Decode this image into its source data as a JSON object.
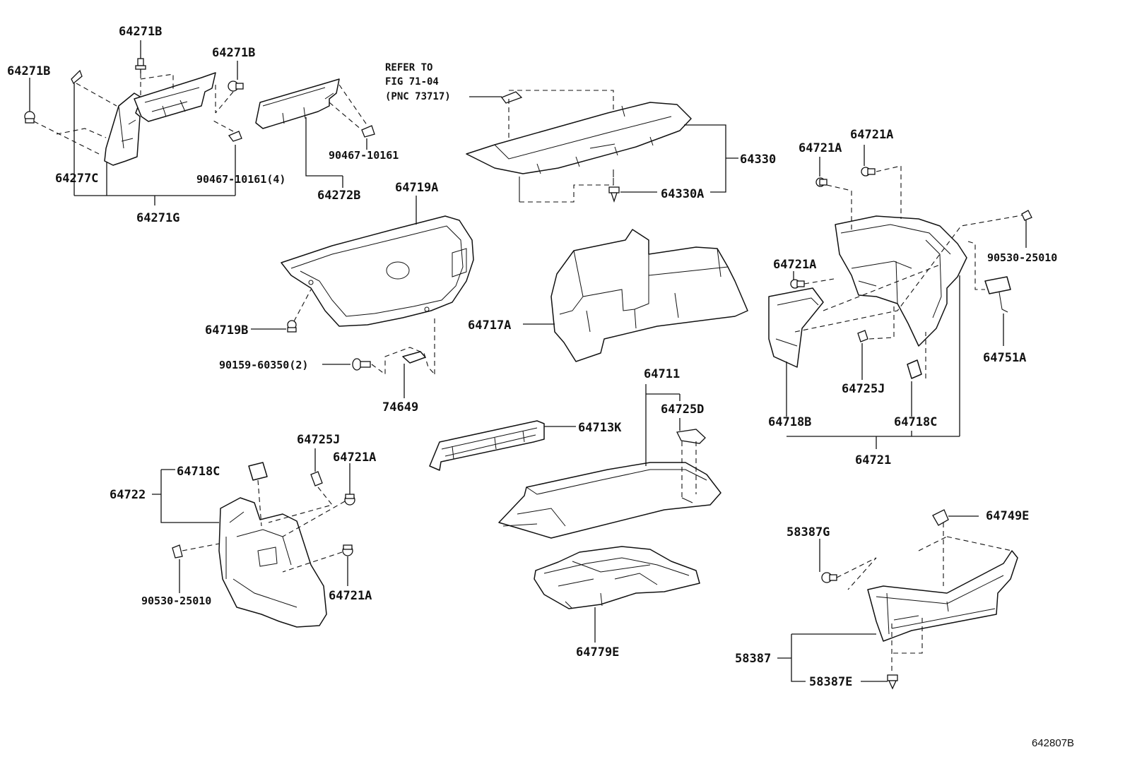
{
  "diagram": {
    "sheet_id": "642807B",
    "reference_note": {
      "line1": "REFER TO",
      "line2": "FIG 71-04",
      "line3": "(PNC 73717)"
    },
    "labels": {
      "l_64271B_a": "64271B",
      "l_64271B_b": "64271B",
      "l_64271B_c": "64271B",
      "l_64277C": "64277C",
      "l_90467_10161_4": "90467-10161(4)",
      "l_64271G": "64271G",
      "l_90467_10161": "90467-10161",
      "l_64272B": "64272B",
      "l_64330": "64330",
      "l_64330A": "64330A",
      "l_64719A": "64719A",
      "l_64719B": "64719B",
      "l_90159_60350_2": "90159-60350(2)",
      "l_74649": "74649",
      "l_64717A": "64717A",
      "l_64721A_a": "64721A",
      "l_64721A_b": "64721A",
      "l_64721A_c": "64721A",
      "l_90530_25010_a": "90530-25010",
      "l_64751A": "64751A",
      "l_64725J_a": "64725J",
      "l_64718B": "64718B",
      "l_64718C_a": "64718C",
      "l_64721": "64721",
      "l_64711": "64711",
      "l_64725D": "64725D",
      "l_64713K": "64713K",
      "l_64725J_b": "64725J",
      "l_64721A_d": "64721A",
      "l_64718C_b": "64718C",
      "l_64722": "64722",
      "l_90530_25010_b": "90530-25010",
      "l_64721A_e": "64721A",
      "l_64779E": "64779E",
      "l_64749E": "64749E",
      "l_58387G": "58387G",
      "l_58387": "58387",
      "l_58387E": "58387E"
    }
  }
}
